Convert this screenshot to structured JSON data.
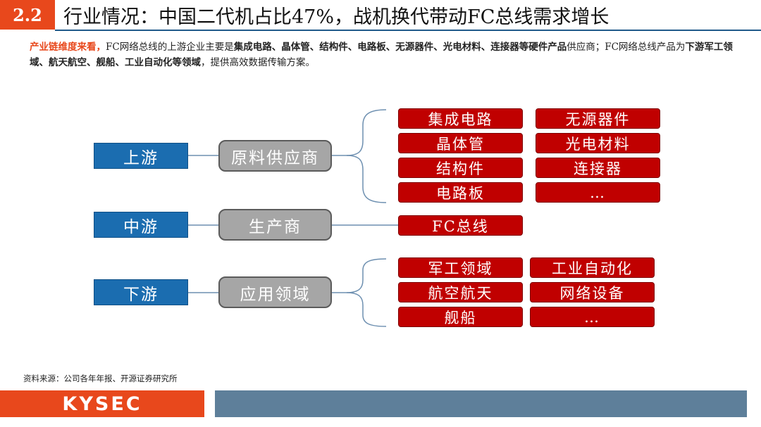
{
  "header": {
    "number": "2.2",
    "title": "行业情况：中国二代机占比47%，战机换代带动FC总线需求增长"
  },
  "intro": {
    "lead": "产业链维度来看，",
    "t1": "FC网络总线的上游企业主要是",
    "b1": "集成电路、晶体管、结构件、电路板、无源器件、光电材料、连接器等硬件产品",
    "t2": "供应商；FC网络总线产品为",
    "b2": "下游军工领域、航天航空、舰船、工业自动化等领域",
    "t3": "，提供高效数据传输方案。"
  },
  "diagram": {
    "tiers": [
      {
        "label": "上游",
        "role": "原料供应商"
      },
      {
        "label": "中游",
        "role": "生产商"
      },
      {
        "label": "下游",
        "role": "应用领域"
      }
    ],
    "upstream_items": [
      "集成电路",
      "无源器件",
      "晶体管",
      "光电材料",
      "结构件",
      "连接器",
      "电路板",
      "…"
    ],
    "midstream_items": [
      "FC总线"
    ],
    "downstream_items": [
      "军工领域",
      "工业自动化",
      "航空航天",
      "网络设备",
      "舰船",
      "…"
    ]
  },
  "source": "资料来源：公司各年年报、开源证券研究所",
  "footer": {
    "logo": "KYSEC"
  },
  "colors": {
    "accent": "#e8481c",
    "tier_blue": "#1b6db0",
    "role_gray": "#a6a6a6",
    "item_red": "#c00000",
    "footer_bar": "#5e7f9a"
  }
}
